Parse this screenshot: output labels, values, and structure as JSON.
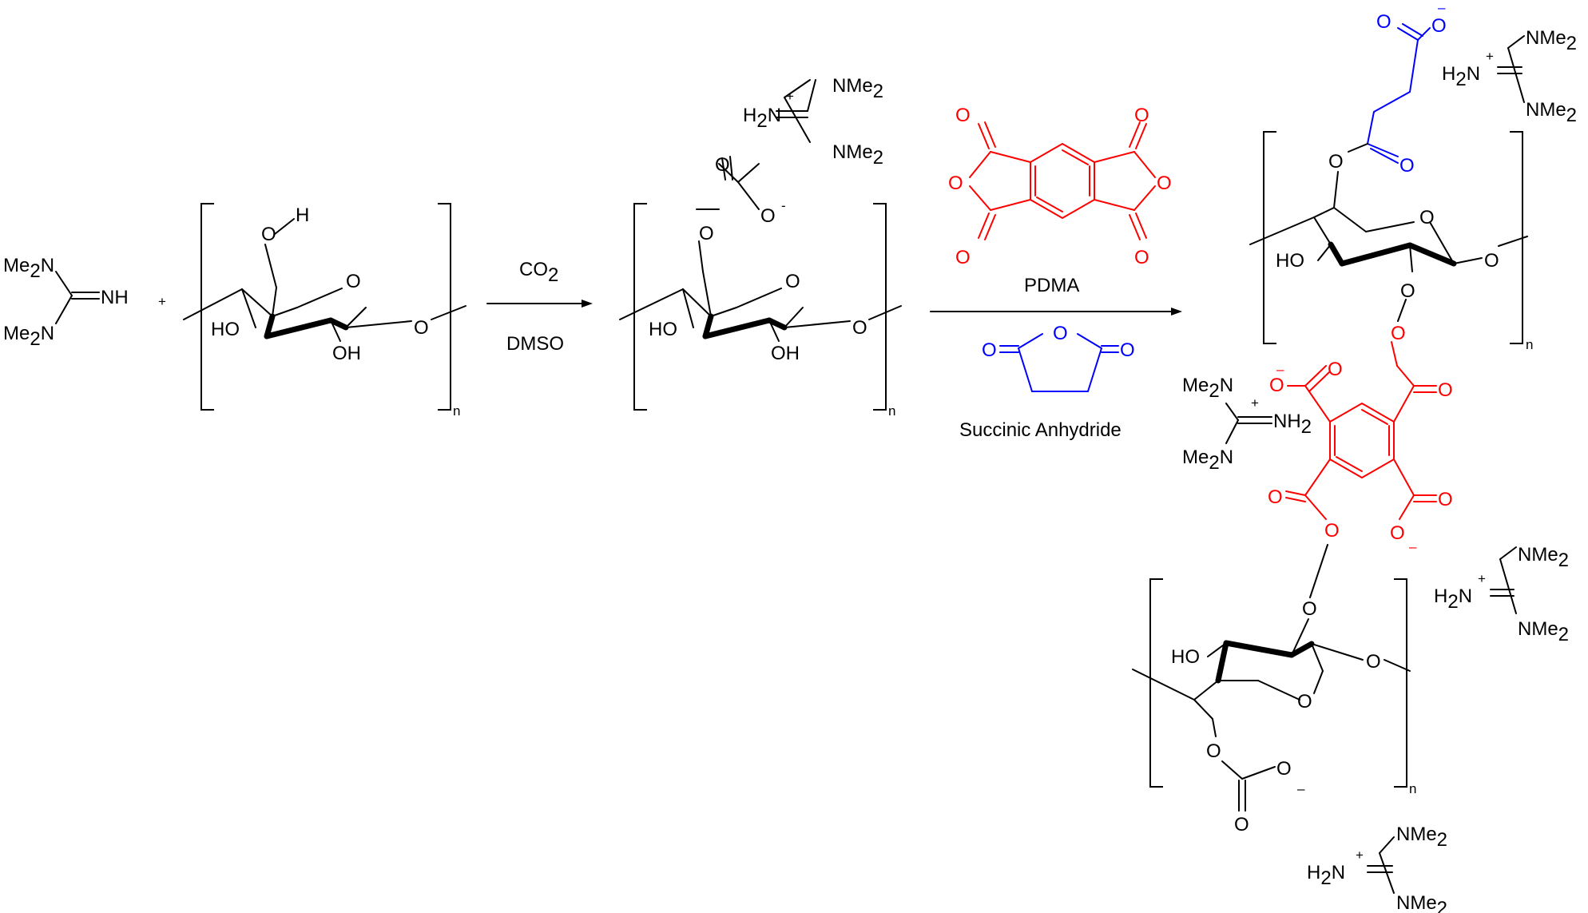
{
  "reagent_1": {
    "me2n_top": "Me",
    "me2n_top_sub": "2",
    "me2n_top_n": "N",
    "nh": "NH",
    "me2n_bot": "Me",
    "me2n_bot_sub": "2",
    "me2n_bot_n": "N"
  },
  "plus": "+",
  "cellulose_1": {
    "oh_top": "O",
    "oh_top_h": "H",
    "ring_o": "O",
    "ho": "HO",
    "oh": "OH",
    "o_link": "O",
    "n": "n"
  },
  "arrow_1": {
    "above": "CO",
    "above_sub": "2",
    "below": "DMSO"
  },
  "cation": {
    "h2n": "H",
    "h2n_sub": "2",
    "h2n_n": "N",
    "plus": "+",
    "nme2": "NMe",
    "nme2_sub": "2"
  },
  "carbonate": {
    "o_top": "O",
    "o_link": "O",
    "o_minus": "O",
    "minus": "-"
  },
  "cellulose_2": {
    "ring_o": "O",
    "ho": "HO",
    "oh": "OH",
    "o_link": "O",
    "n": "n"
  },
  "reagent_pdma": {
    "o": "O",
    "label": "PDMA",
    "color": "#ff0000"
  },
  "reagent_sa": {
    "o": "O",
    "label": "Succinic Anhydride",
    "color": "#0000ff"
  },
  "product": {
    "o": "O",
    "ho": "HO",
    "n": "n",
    "minus": "–",
    "nme2": "NMe",
    "nh2": "NH",
    "me2n": "Me",
    "sub2": "2",
    "n_atom": "N"
  },
  "colors": {
    "pdma": "#ff0000",
    "succinic": "#0000ff",
    "bonds": "#000000"
  }
}
